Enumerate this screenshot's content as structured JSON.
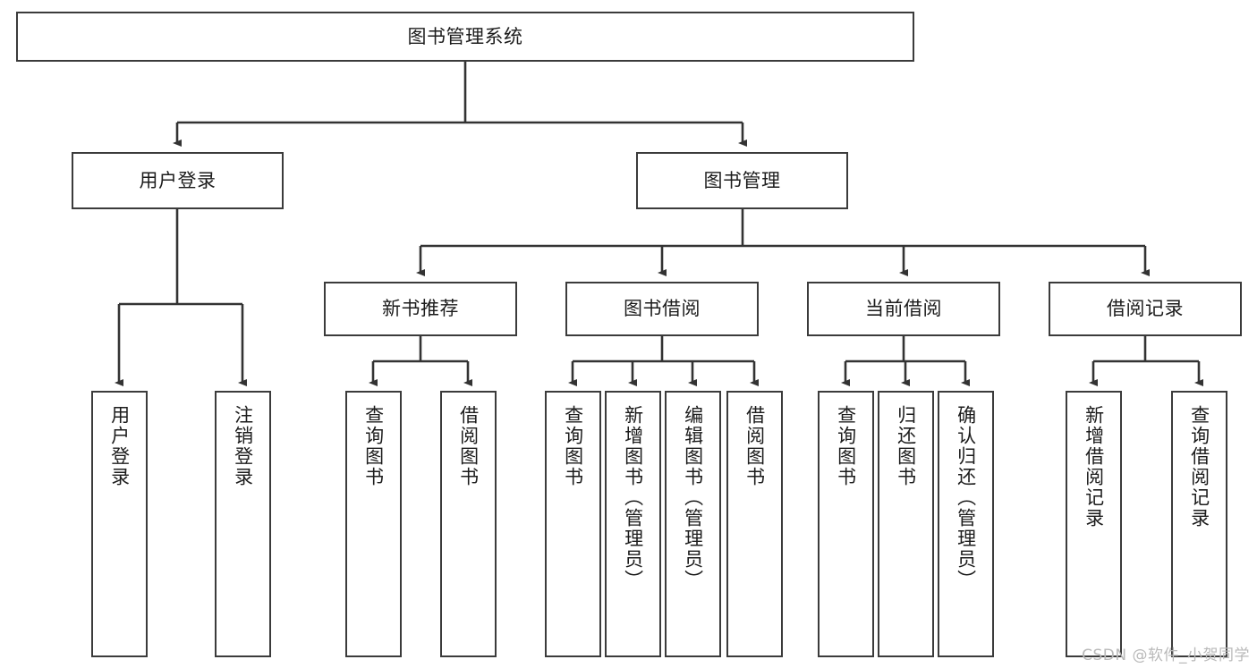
{
  "diagram": {
    "title": "图书管理系统",
    "watermark": "CSDN @软件_小贺同学",
    "colors": {
      "background": "#ffffff",
      "box_border": "#3b3b3b",
      "box_fill": "#ffffff",
      "connector": "#333333",
      "text": "#1c1c1c",
      "watermark": "#b9b9b9"
    },
    "nodes": {
      "root": {
        "label": "图书管理系统"
      },
      "level2": [
        {
          "label": "用户登录"
        },
        {
          "label": "图书管理"
        }
      ],
      "level3": [
        {
          "label": "新书推荐"
        },
        {
          "label": "图书借阅"
        },
        {
          "label": "当前借阅"
        },
        {
          "label": "借阅记录"
        }
      ],
      "leaves": {
        "user_login": [
          {
            "label": "用户登录"
          },
          {
            "label": "注销登录"
          }
        ],
        "new_book_recommend": [
          {
            "label": "查询图书"
          },
          {
            "label": "借阅图书"
          }
        ],
        "book_borrow": [
          {
            "label": "查询图书"
          },
          {
            "label": "新增图书（管理员）"
          },
          {
            "label": "编辑图书（管理员）"
          },
          {
            "label": "借阅图书"
          }
        ],
        "current_borrow": [
          {
            "label": "查询图书"
          },
          {
            "label": "归还图书"
          },
          {
            "label": "确认归还（管理员）"
          }
        ],
        "borrow_record": [
          {
            "label": "新增借阅记录"
          },
          {
            "label": "查询借阅记录"
          }
        ]
      }
    }
  }
}
